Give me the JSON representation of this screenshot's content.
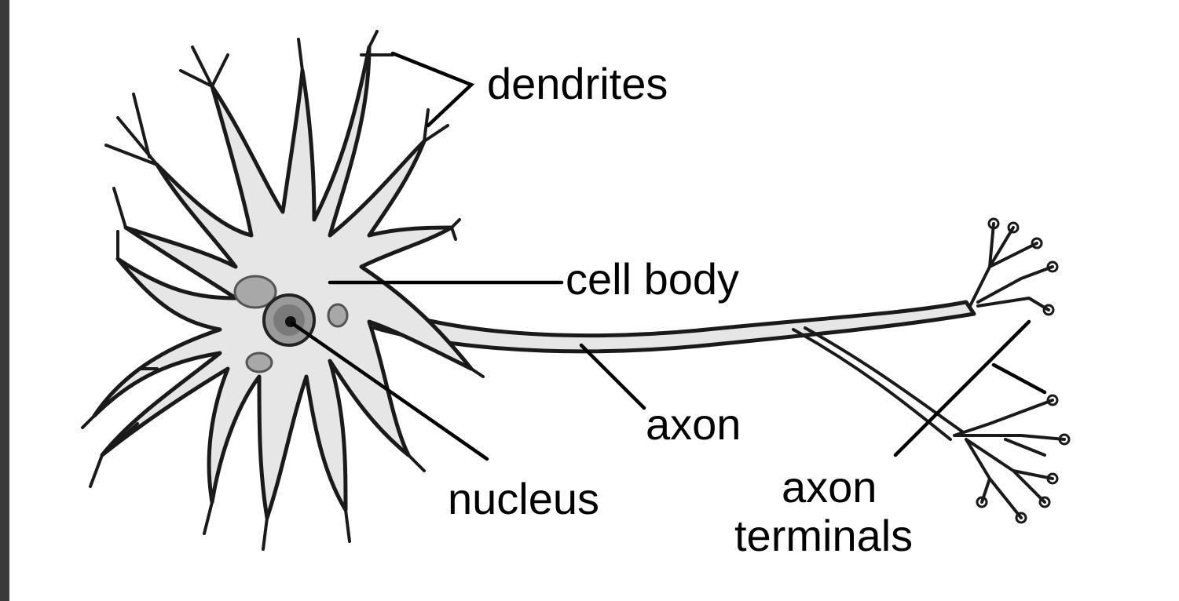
{
  "labels": {
    "dendrites": "dendrites",
    "cell_body": "cell body",
    "axon": "axon",
    "nucleus": "nucleus",
    "axon_terminals_line1": "axon",
    "axon_terminals_line2": "terminals"
  },
  "colors": {
    "frame_border": "#3a3a3a",
    "background": "#ffffff",
    "cell_fill": "#e6e6e6",
    "nucleus_fill": "#9a9a9a",
    "ink": "#000000"
  }
}
